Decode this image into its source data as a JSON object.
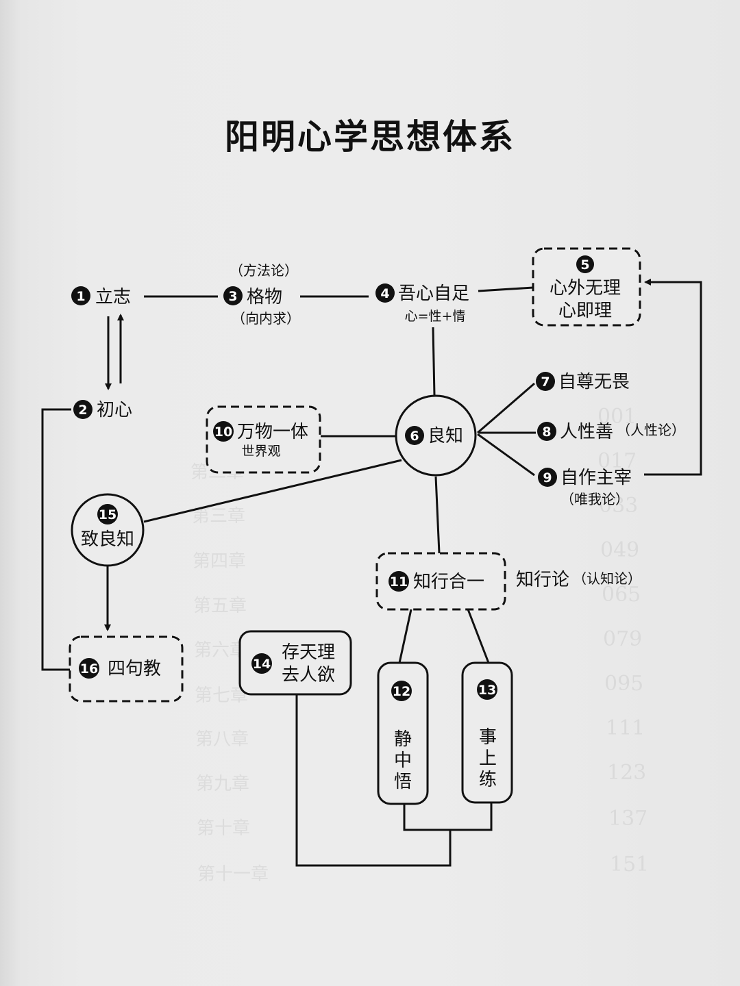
{
  "title": "阳明心学思想体系",
  "nodes": {
    "n1": {
      "num": "1",
      "label": "立志"
    },
    "n2": {
      "num": "2",
      "label": "初心"
    },
    "n3": {
      "num": "3",
      "label": "格物",
      "note_top": "（方法论）",
      "note_bottom": "（向内求）"
    },
    "n4": {
      "num": "4",
      "label": "吾心自足",
      "sub": "心=性+情"
    },
    "n5": {
      "num": "5",
      "line1": "心外无理",
      "line2": "心即理"
    },
    "n6": {
      "num": "6",
      "label": "良知"
    },
    "n7": {
      "num": "7",
      "label": "自尊无畏"
    },
    "n8": {
      "num": "8",
      "label": "人性善",
      "note": "（人性论）"
    },
    "n9": {
      "num": "9",
      "label": "自作主宰",
      "note": "（唯我论）"
    },
    "n10": {
      "num": "10",
      "label": "万物一体",
      "sub": "世界观"
    },
    "n11": {
      "num": "11",
      "label": "知行合一",
      "note_main": "知行论",
      "note_sub": "（认知论）"
    },
    "n12": {
      "num": "12",
      "chars": [
        "静",
        "中",
        "悟"
      ]
    },
    "n13": {
      "num": "13",
      "chars": [
        "事",
        "上",
        "练"
      ]
    },
    "n14": {
      "num": "14",
      "line1": "存天理",
      "line2": "去人欲"
    },
    "n15": {
      "num": "15",
      "label": "致良知"
    },
    "n16": {
      "num": "16",
      "label": "四句教"
    }
  },
  "bleed_through": {
    "chapters": [
      "第二章",
      "第三章",
      "第四章",
      "第五章",
      "第六章",
      "第七章",
      "第八章",
      "第九章",
      "第十章",
      "第十一章"
    ],
    "pages": [
      "001",
      "017",
      "033",
      "049",
      "065",
      "079",
      "095",
      "111",
      "123",
      "137",
      "151"
    ]
  }
}
